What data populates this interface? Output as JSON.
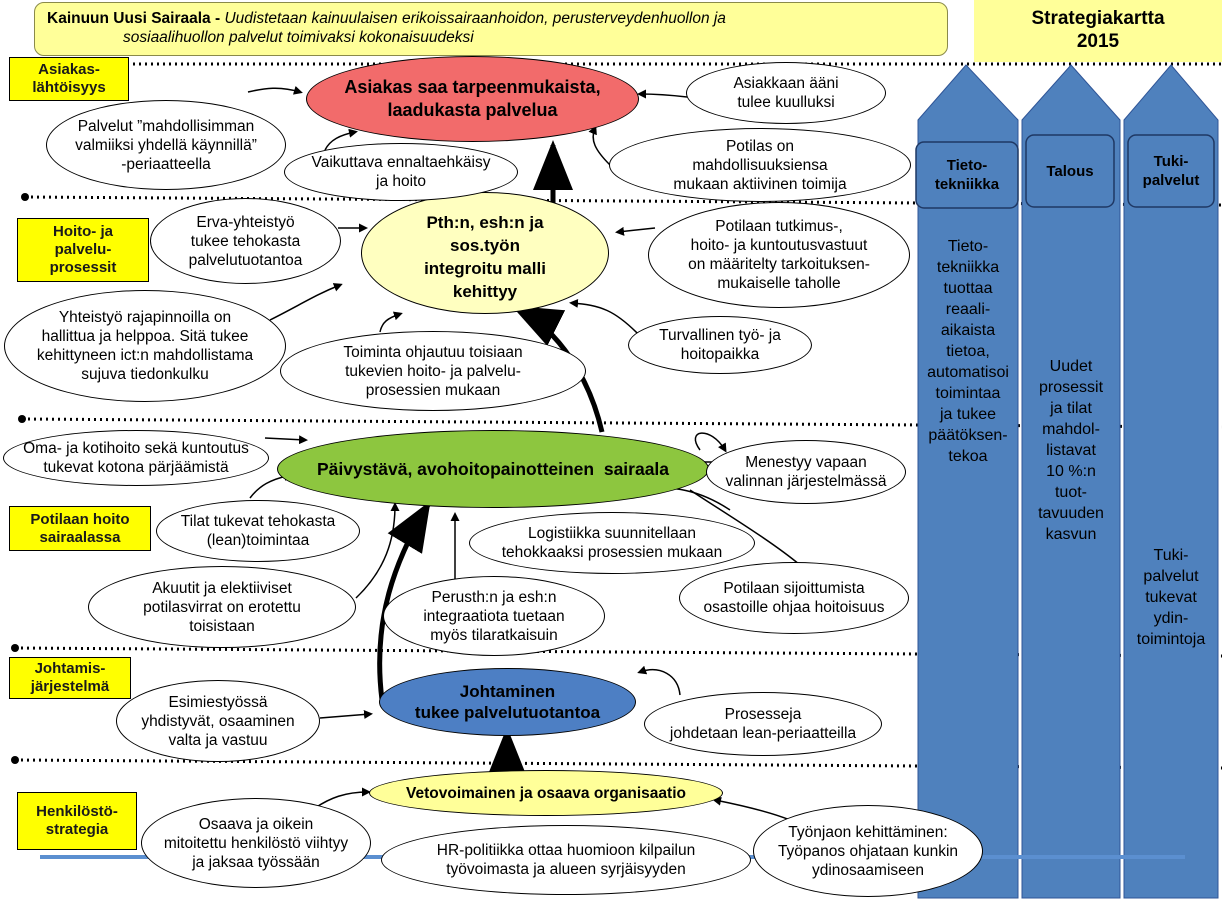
{
  "header": {
    "title_bold": "Kainuun Uusi Sairaala - ",
    "title_line1": "Uudistetaan kainuulaisen erikoissairaanhoidon, perusterveydenhuollon ja",
    "title_line2": "sosiaalihuollon palvelut toimivaksi kokonaisuudeksi",
    "strategy_line1": "Strategiakartta",
    "strategy_line2": "2015"
  },
  "levels": {
    "asiakas": "Asiakas-\nlähtöisyys",
    "hoito": "Hoito- ja\npalvelu-\nprosessit",
    "potilaan": "Potilaan hoito\nsairaalassa",
    "johtamis": "Johtamis-\njärjestelmä",
    "henkilosto": "Henkilöstö-\nstrategia"
  },
  "goals": {
    "asiakas_goal": "Asiakas saa tarpeenmukaista,\nlaadukasta palvelua",
    "pth_goal": "Pth:n, esh:n ja\nsos.työn\nintegroitu malli\nkehittyy",
    "paivystava_goal": "Päivystävä, avohoitopainotteinen  sairaala",
    "johtaminen_goal": "Johtaminen\ntukee palvelutuotantoa",
    "vetovoima_goal": "Vetovoimainen ja osaava organisaatio"
  },
  "bubbles": {
    "palvelut": "Palvelut ”mahdollisimman\nvalmiiksi yhdellä käynnillä”\n-periaatteella",
    "vaikuttava": "Vaikuttava ennaltaehkäisy\nja hoito",
    "asiakkaan_aani": "Asiakkaan ääni\ntulee kuulluksi",
    "potilas_on": "Potilas on\nmahdollisuuksiensa\nmukaan aktiivinen toimija",
    "erva": "Erva-yhteistyö\ntukee tehokasta\npalvelutuotantoa",
    "potilaan_tutkimus": "Potilaan tutkimus-,\nhoito- ja kuntoutusvastuut\non määritelty tarkoituksen-\nmukaiselle taholle",
    "yhteistyo": "Yhteistyö rajapinnoilla on\nhallittua ja helppoa. Sitä tukee\nkehittyneen ict:n mahdollistama\nsujuva tiedonkulku",
    "toiminta": "Toiminta ohjautuu toisiaan\ntukevien hoito- ja palvelu-\nprosessien mukaan",
    "turvallinen": "Turvallinen työ- ja\nhoitopaikka",
    "oma_ja": "Oma- ja kotihoito sekä kuntoutus\ntukevat kotona pärjäämistä",
    "menestyy": "Menestyy vapaan\nvalinnan järjestelmässä",
    "tilat": "Tilat tukevat tehokasta\n(lean)toimintaa",
    "logistiikka": "Logistiikka suunnitellaan\ntehokkaaksi prosessien mukaan",
    "akuutit": "Akuutit ja elektiiviset\npotilasvirrat on erotettu\ntoisistaan",
    "perusth": "Perusth:n ja esh:n\nintegraatiota tuetaan\nmyös tilaratkaisuin",
    "sijoittuminen": "Potilaan sijoittumista\nosastoille ohjaa hoitoisuus",
    "esimiestyo": "Esimiestyössä\nyhdistyvät, osaaminen\nvalta ja vastuu",
    "prosesseja": "Prosesseja\njohdetaan lean-periaatteilla",
    "osaava": "Osaava ja oikein\nmitoitettu henkilöstö viihtyy\nja jaksaa työssään",
    "hr": "HR-politiikka ottaa huomioon kilpailun\ntyövoimasta ja alueen syrjäisyyden",
    "tyonjaon": "Työnjaon kehittäminen:\nTyöpanos ohjataan kunkin\nydinosaamiseen"
  },
  "columns": {
    "tieto_label": "Tieto-\ntekniikka",
    "talous_label": "Talous",
    "tuki_label": "Tuki-\npalvelut",
    "tieto_text": "Tieto-\ntekniikka\ntuottaa\nreaali-\naikaista\ntietoa,\nautomatisoi\ntoimintaa\nja tukee\npäätöksen-\ntekoa",
    "talous_text": "Uudet\nprosessit\nja tilat\nmahdol-\nlistavat\n10 %:n\ntuot-\ntavuuden\nkasvun",
    "tuki_text": "Tuki-\npalvelut\ntukevat\nydin-\ntoimintoja"
  },
  "colors": {
    "title_bg": "#ffff99",
    "level_bg": "#ffff00",
    "red_goal": "#f26b6b",
    "light_yellow_goal": "#ffffc0",
    "green_goal": "#8dc63f",
    "blue_goal": "#4d7fc4",
    "column_blue": "#4f81bd",
    "bottom_line": "#5b8fd0"
  }
}
